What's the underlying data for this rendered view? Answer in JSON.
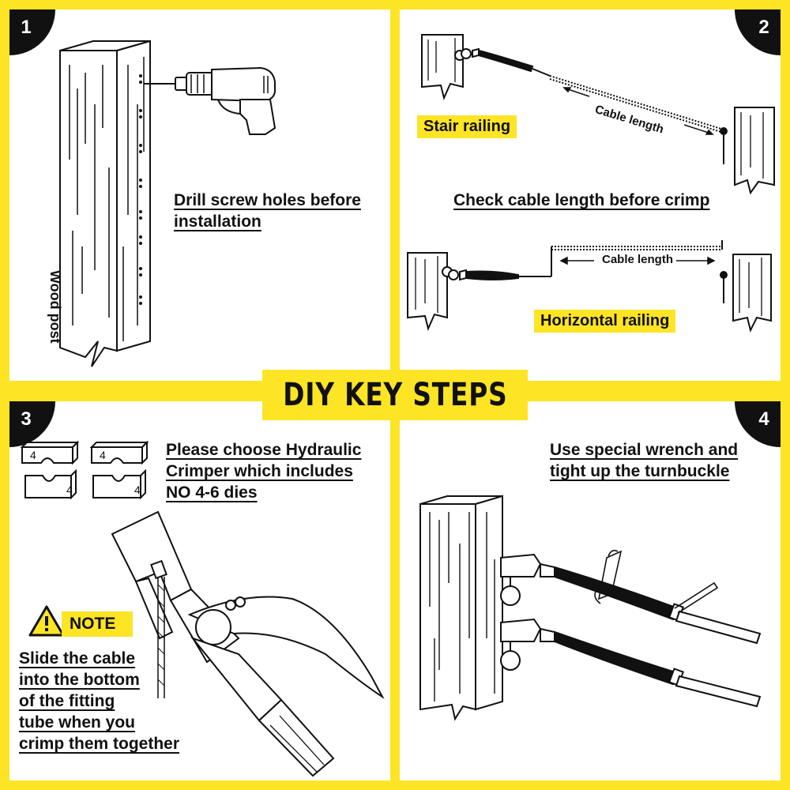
{
  "title": "DIY KEY STEPS",
  "colors": {
    "accent": "#fde425",
    "ink": "#111111",
    "panel": "#ffffff"
  },
  "steps": [
    {
      "number": "1",
      "lines": [
        "Drill screw holes before",
        "installation"
      ],
      "post_label": "Wood post",
      "icons": [
        "wood-post",
        "drill"
      ]
    },
    {
      "number": "2",
      "caption": "Check cable length before crimp",
      "stair_label": "Stair railing",
      "horizontal_label": "Horizontal railing",
      "cable_label_stair": "Cable length",
      "cable_label_horizontal": "Cable length",
      "icons": [
        "wood-post",
        "cable",
        "turnbuckle"
      ]
    },
    {
      "number": "3",
      "lines": [
        "Please choose Hydraulic",
        "Crimper which includes",
        "NO 4-6 dies"
      ],
      "die_labels": [
        "4",
        "4",
        "4",
        "4"
      ],
      "note_label": "NOTE",
      "note_lines": [
        "Slide the cable",
        "into the bottom",
        "of the fitting",
        "tube when you",
        "crimp them together"
      ],
      "icons": [
        "crimper-dies",
        "hydraulic-crimper",
        "warning-triangle"
      ]
    },
    {
      "number": "4",
      "lines": [
        "Use special wrench and",
        "tight up the turnbuckle"
      ],
      "icons": [
        "wood-post",
        "turnbuckle",
        "wrench"
      ]
    }
  ]
}
